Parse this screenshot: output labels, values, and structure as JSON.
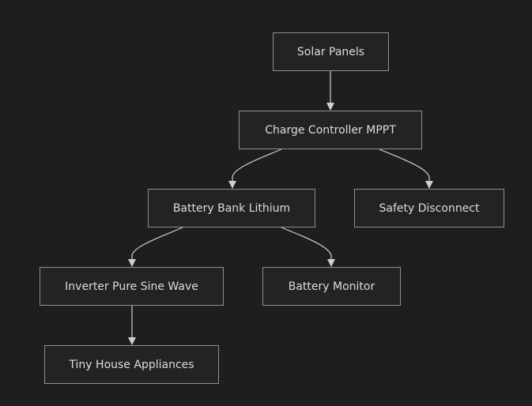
{
  "diagram": {
    "nodes": {
      "solar": "Solar Panels",
      "charge": "Charge Controller MPPT",
      "battery": "Battery Bank Lithium",
      "safety": "Safety Disconnect",
      "inverter": "Inverter Pure Sine Wave",
      "monitor": "Battery Monitor",
      "tiny": "Tiny House Appliances"
    },
    "edges": [
      {
        "from": "solar",
        "to": "charge"
      },
      {
        "from": "charge",
        "to": "battery"
      },
      {
        "from": "charge",
        "to": "safety"
      },
      {
        "from": "battery",
        "to": "inverter"
      },
      {
        "from": "battery",
        "to": "monitor"
      },
      {
        "from": "inverter",
        "to": "tiny"
      }
    ],
    "colors": {
      "background": "#1e1e1e",
      "node_fill": "#232323",
      "node_border": "#8f8f8f",
      "text": "#dcdcdc",
      "edge": "#cfcfcf"
    }
  }
}
